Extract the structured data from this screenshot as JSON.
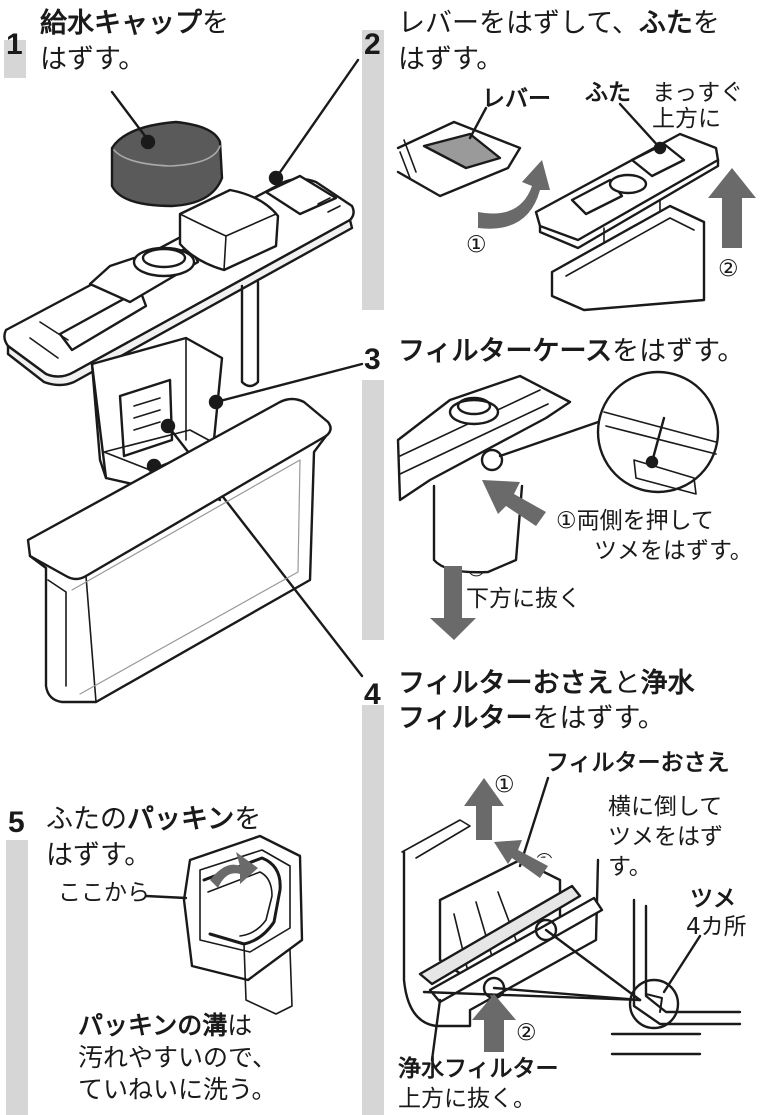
{
  "step1": {
    "number": "1",
    "title_bold": "給水キャップ",
    "title_rest": "を",
    "line2": "はずす。"
  },
  "step2": {
    "number": "2",
    "title_pre": "レバーをはずして、",
    "title_bold": "ふた",
    "title_rest": "を",
    "line2": "はずす。",
    "label_lever": "レバー",
    "label_lid": "ふた",
    "label_up_1": "まっすぐ",
    "label_up_2": "上方に",
    "marker_1": "①",
    "marker_2": "②"
  },
  "step3": {
    "number": "3",
    "title_bold": "フィルターケース",
    "title_rest": "をはずす。",
    "label_claw": "ツメ",
    "note1_line1": "①両側を押して",
    "note1_line2": "ツメをはずす。",
    "marker_2": "②",
    "note2": "下方に抜く"
  },
  "step4": {
    "number": "4",
    "title_bold1": "フィルターおさえ",
    "title_mid": "と",
    "title_bold2": "浄水",
    "title_bold3": "フィルター",
    "title_rest": "をはずす。",
    "label_retainer": "フィルターおさえ",
    "note_tilt_1": "横に倒して",
    "note_tilt_2": "ツメをはず",
    "note_tilt_3": "す。",
    "marker_1a": "①",
    "marker_1b": "①",
    "marker_2": "②",
    "label_claw": "ツメ",
    "label_count": "4カ所",
    "label_filter": "浄水フィルター",
    "note_up": "上方に抜く。"
  },
  "step5": {
    "number": "5",
    "title_pre": "ふたの",
    "title_bold": "パッキン",
    "title_rest": "を",
    "line2": "はずす。",
    "label_here": "ここから",
    "groove_bold": "パッキンの溝",
    "groove_rest": "は",
    "note_line2": "汚れやすいので、",
    "note_line3": "ていねいに洗う。"
  }
}
